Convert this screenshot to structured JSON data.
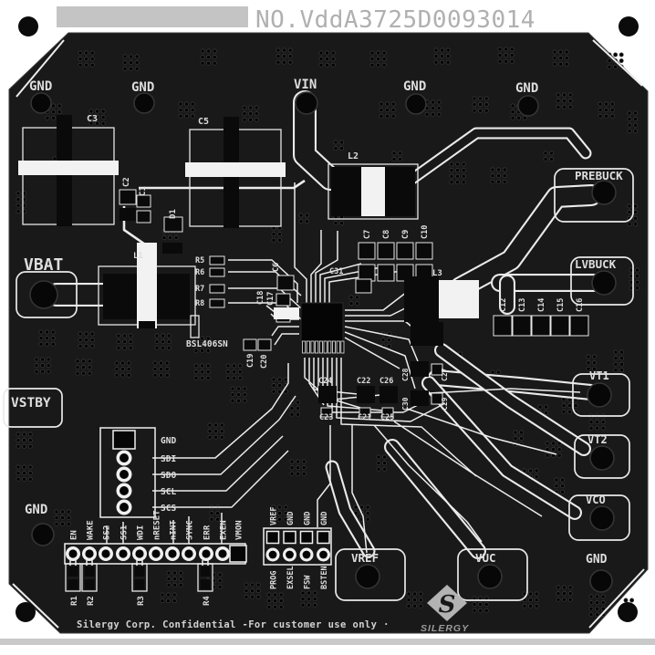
{
  "header": {
    "doc_number": "NO.VddA3725D0093014"
  },
  "testpoints": {
    "gnd_tl": "GND",
    "gnd_tm": "GND",
    "vin": "VIN",
    "gnd_t3": "GND",
    "gnd_t4": "GND",
    "prebuck": "PREBUCK",
    "lvbuck": "LVBUCK",
    "vt1": "VT1",
    "vt2": "VT2",
    "vco": "VCO",
    "gnd_br": "GND",
    "vbat": "VBAT",
    "vstby": "VSTBY",
    "gnd_bl": "GND",
    "vref": "VREF",
    "vuc": "VUC"
  },
  "spi_header": {
    "pins": [
      "GND",
      "SDI",
      "SDO",
      "SCL",
      "SCS"
    ]
  },
  "signal_header": {
    "pins": [
      "EN",
      "WAKE",
      "SS2",
      "SS1",
      "WDI",
      "nRESET",
      "nINT",
      "SYNC",
      "ERR",
      "EXEN",
      "VMON"
    ]
  },
  "prog_header": {
    "top_pins": [
      "VREF",
      "GND",
      "GND",
      "GND"
    ],
    "bottom_pins": [
      "PROG",
      "EXSEL",
      "FSW",
      "BSTEN"
    ]
  },
  "resistors_bottom": [
    "R1",
    "R2",
    "R3",
    "R4"
  ],
  "refdes": {
    "c1": "C1",
    "c2": "C2",
    "c3": "C3",
    "c5": "C5",
    "c6": "C6",
    "c7": "C7",
    "c8": "C8",
    "c9": "C9",
    "c10": "C10",
    "c12": "C12",
    "c13": "C13",
    "c14": "C14",
    "c15": "C15",
    "c16": "C16",
    "c17": "C17",
    "c18": "C18",
    "c19": "C19",
    "c20": "C20",
    "c21": "C21",
    "c22": "C22",
    "c23": "C23",
    "c24": "C24",
    "c25": "C25",
    "c26": "C26",
    "c27": "C27",
    "c28": "C28",
    "c29": "C29",
    "c30": "C30",
    "c31": "C31",
    "d1": "D1",
    "l1": "L1",
    "l2": "L2",
    "l3": "L3",
    "r5": "R5",
    "r6": "R6",
    "r7": "R7",
    "r8": "R8"
  },
  "ic_marking": "BSL406SN",
  "footer": {
    "confidential": "Silergy Corp. Confidential -For customer use only ·",
    "logo": "SILERGY",
    "logo_letter": "S"
  },
  "colors": {
    "board": "#191919",
    "silkscreen": "#dedede",
    "trace": "#ececec",
    "barcode": "#c4c4c4",
    "header_text": "#b0b0b0"
  }
}
